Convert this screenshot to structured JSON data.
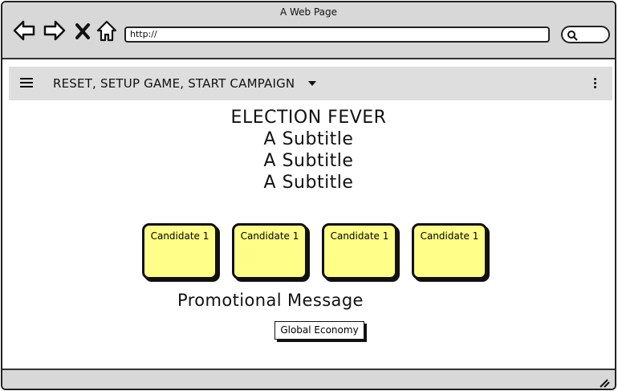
{
  "window": {
    "title": "A Web Page"
  },
  "browser": {
    "url": "http://",
    "icons": {
      "back": "arrow-left-icon",
      "forward": "arrow-right-icon",
      "stop": "close-icon",
      "home": "home-icon",
      "search": "search-icon"
    }
  },
  "menubar": {
    "label": "RESET, SETUP GAME, START CAMPAIGN",
    "icons": {
      "menu": "hamburger-icon",
      "dropdown": "caret-down-icon",
      "more": "kebab-icon"
    }
  },
  "main": {
    "title": "ELECTION FEVER",
    "subtitles": [
      "A Subtitle",
      "A Subtitle",
      "A Subtitle"
    ],
    "candidates": [
      {
        "label": "Candidate 1"
      },
      {
        "label": "Candidate 1"
      },
      {
        "label": "Candidate 1"
      },
      {
        "label": "Candidate 1"
      }
    ],
    "promo_message": "Promotional Message",
    "economy_button": "Global Economy"
  },
  "colors": {
    "chrome": "#d8d8d8",
    "menubar": "#dedede",
    "candidate_card": "#fefe88",
    "border": "#111111"
  }
}
